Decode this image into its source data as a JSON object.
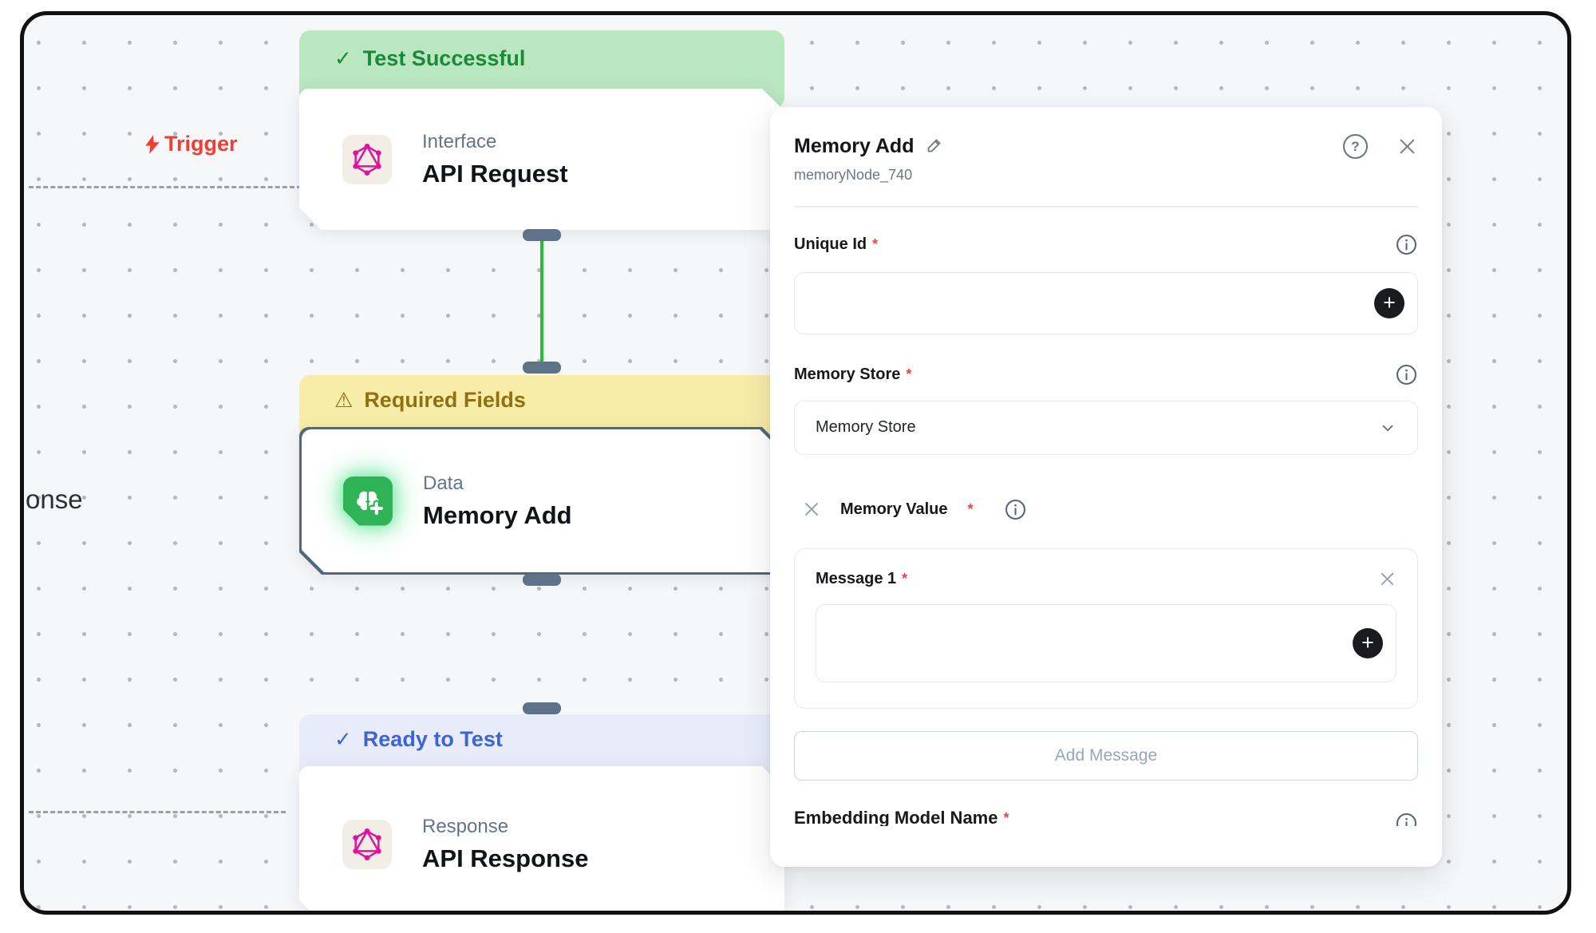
{
  "icons": {
    "check_glyph": "✓",
    "warning_glyph": "⚠",
    "plus_glyph": "+",
    "help_glyph": "?"
  },
  "colors": {
    "success_banner_bg": "#b9e7bf",
    "success_text": "#1b8a38",
    "warning_banner_bg": "#f8eca9",
    "warning_text": "#8f7113",
    "ready_banner_bg": "#e8ecfa",
    "ready_text": "#3c63d8",
    "trigger_red": "#f23d35",
    "edge_green": "#27bd3a",
    "selected_border": "#51677e",
    "handle": "#5e7389",
    "graphql_pink": "#e2119d",
    "memory_icon_green": "#2fb356",
    "required_red": "#ef4444",
    "button_black": "#191b1e"
  },
  "canvas": {
    "trigger_label": "Trigger",
    "partial_edge_label": "onse",
    "nodes": [
      {
        "status": "Test Successful",
        "category": "Interface",
        "title": "API Request"
      },
      {
        "status": "Required Fields",
        "category": "Data",
        "title": "Memory Add"
      },
      {
        "status": "Ready to Test",
        "category": "Response",
        "title": "API Response"
      }
    ]
  },
  "panel": {
    "title": "Memory Add",
    "node_id": "memoryNode_740",
    "required_marker": "*",
    "fields": {
      "unique_id_label": "Unique Id",
      "memory_store_label": "Memory Store",
      "memory_store_value": "Memory Store",
      "memory_value_label": "Memory Value",
      "message_label": "Message 1",
      "add_message_button": "Add Message",
      "embedding_label": "Embedding Model Name"
    }
  }
}
